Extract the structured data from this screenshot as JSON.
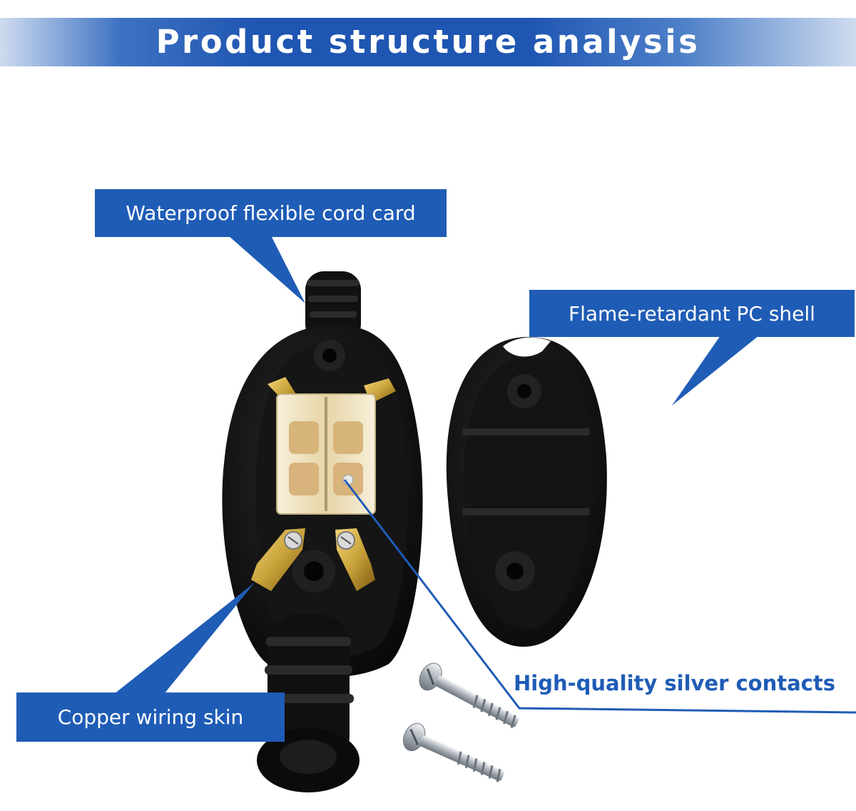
{
  "header": {
    "title": "Product structure analysis"
  },
  "callouts": {
    "cord_card": "Waterproof flexible cord card",
    "pc_shell": "Flame-retardant PC shell",
    "silver_contacts": "High-quality silver contacts",
    "copper_skin": "Copper wiring skin"
  },
  "colors": {
    "brand_blue": "#1f5cb6",
    "plastic_black": "#0d0d0d",
    "brass": "#c9a33a",
    "translucent_body": "#efe4c4",
    "steel": "#b7bcc2"
  }
}
